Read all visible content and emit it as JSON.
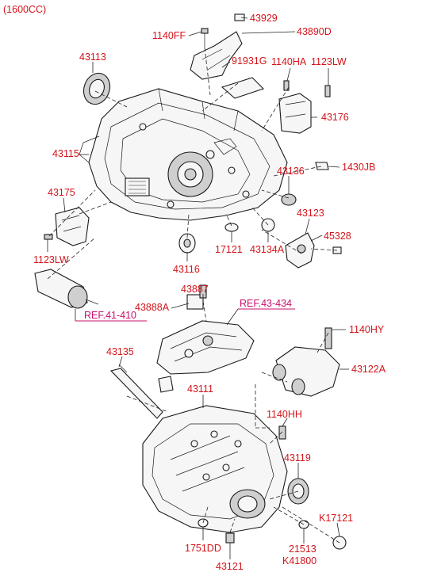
{
  "variant": "(1600CC)",
  "labels": {
    "p43929": "43929",
    "p43890D": "43890D",
    "p1140FF": "1140FF",
    "p43113": "43113",
    "p91931G": "91931G",
    "p1140HA": "1140HA",
    "p1123LW_top": "1123LW",
    "p43176": "43176",
    "p43115": "43115",
    "p1430JB": "1430JB",
    "p43136": "43136",
    "p43175": "43175",
    "p43123": "43123",
    "p45328": "45328",
    "p1123LW_left": "1123LW",
    "p43116": "43116",
    "p17121": "17121",
    "p43134A": "43134A",
    "p43887": "43887",
    "p43888A": "43888A",
    "p1140HY": "1140HY",
    "p43135": "43135",
    "p43122A": "43122A",
    "p43111": "43111",
    "p1140HH": "1140HH",
    "p43119": "43119",
    "p K17121": "K17121",
    "pK17121": "K17121",
    "p1751DD": "1751DD",
    "p21513": "21513",
    "pK41800": "K41800",
    "p43121": "43121"
  },
  "refs": {
    "ref41": "REF.41-410",
    "ref43": "REF.43-434"
  },
  "colors": {
    "label": "#d4141b",
    "reference": "#c8106e",
    "line": "#222222"
  }
}
